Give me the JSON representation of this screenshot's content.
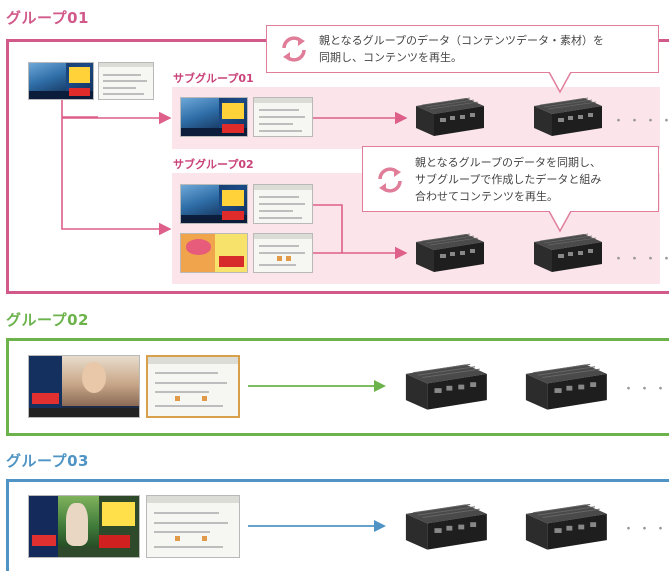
{
  "groups": [
    {
      "title": "グループ01",
      "color": "#d15a8b"
    },
    {
      "title": "グループ02",
      "color": "#6cb34c"
    },
    {
      "title": "グループ03",
      "color": "#4f94c4"
    }
  ],
  "subgroups": [
    {
      "title": "サブグループ01"
    },
    {
      "title": "サブグループ02"
    }
  ],
  "callouts": [
    {
      "line1": "親となるグループのデータ（コンテンツデータ・素材）を",
      "line2": "同期し、コンテンツを再生。"
    },
    {
      "line1": "親となるグループのデータを同期し、",
      "line2": "サブグループで作成したデータと組み",
      "line3": "合わせてコンテンツを再生。"
    }
  ],
  "ellipsis": "・・・・",
  "colors": {
    "pink": "#d15a8b",
    "pink_arrow": "#dd5f8a",
    "pink_band": "#fbe4ea",
    "green": "#6cb34c",
    "blue": "#4f94c4"
  },
  "icons": {
    "sync": "sync-icon",
    "device": "media-player-device-icon"
  }
}
